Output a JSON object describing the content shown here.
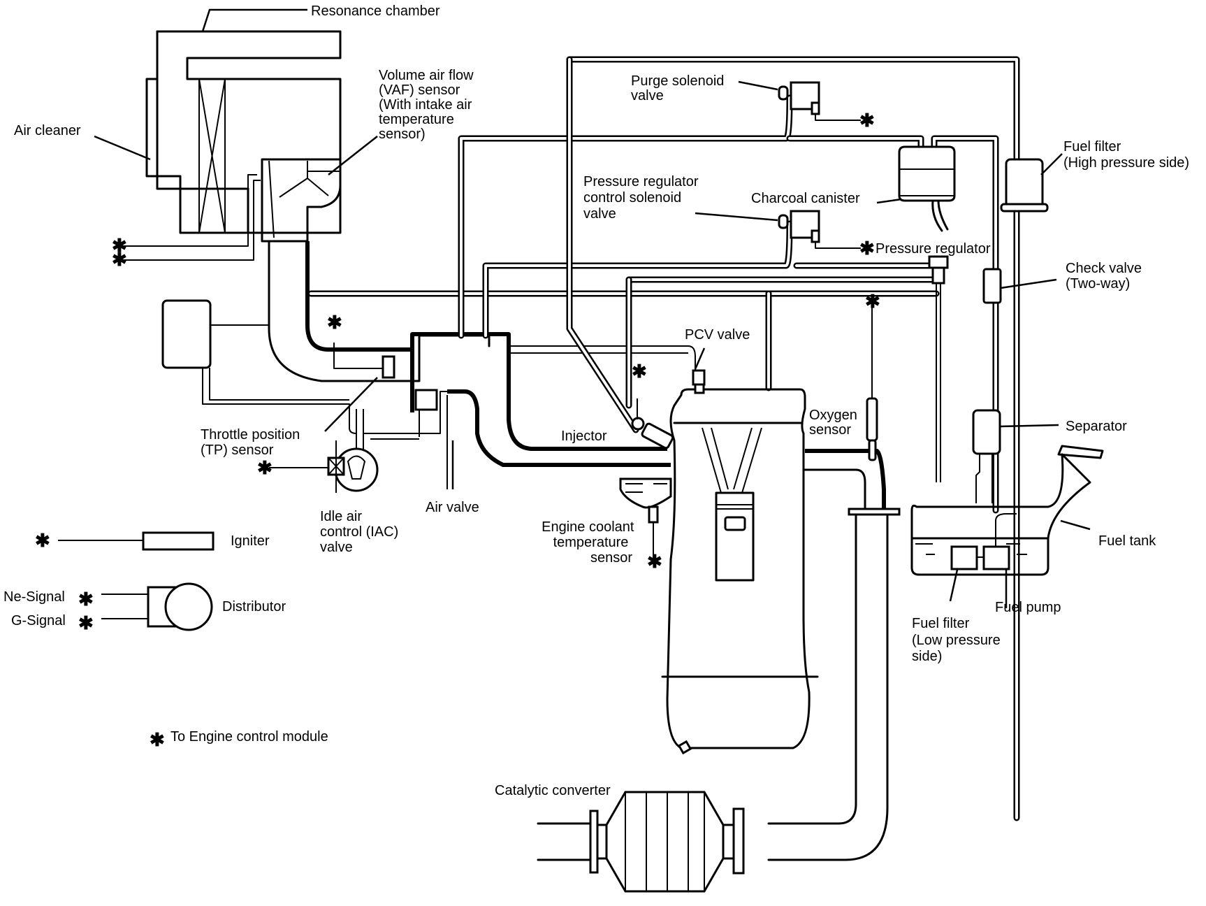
{
  "diagram": {
    "title": "Engine control system schematic",
    "ecm_marker": "✱",
    "labels": {
      "resonance_chamber": "Resonance chamber",
      "air_cleaner": "Air cleaner",
      "vaf_sensor": [
        "Volume air flow",
        "(VAF) sensor",
        "(With intake air",
        "temperature",
        "sensor)"
      ],
      "purge_solenoid": [
        "Purge solenoid",
        "valve"
      ],
      "pressure_regulator_control": [
        "Pressure regulator",
        "control solenoid",
        "valve"
      ],
      "charcoal_canister": "Charcoal canister",
      "pressure_regulator": "Pressure regulator",
      "fuel_filter_high": [
        "Fuel filter",
        "(High pressure side)"
      ],
      "check_valve": [
        "Check valve",
        "(Two-way)"
      ],
      "pcv_valve": "PCV valve",
      "oxygen_sensor": [
        "Oxygen",
        "sensor"
      ],
      "injector": "Injector",
      "throttle_position": [
        "Throttle position",
        "(TP) sensor"
      ],
      "idle_air_control": [
        "Idle air",
        "control (IAC)",
        "valve"
      ],
      "air_valve": "Air valve",
      "engine_coolant": [
        "Engine coolant",
        "temperature",
        "sensor"
      ],
      "separator": "Separator",
      "fuel_tank": "Fuel tank",
      "fuel_pump": "Fuel pump",
      "fuel_filter_low": [
        "Fuel filter",
        "(Low pressure",
        "side)"
      ],
      "igniter": "Igniter",
      "distributor": "Distributor",
      "ne_signal": "Ne-Signal",
      "g_signal": "G-Signal",
      "catalytic_converter": "Catalytic converter",
      "legend": "To Engine control module"
    }
  }
}
